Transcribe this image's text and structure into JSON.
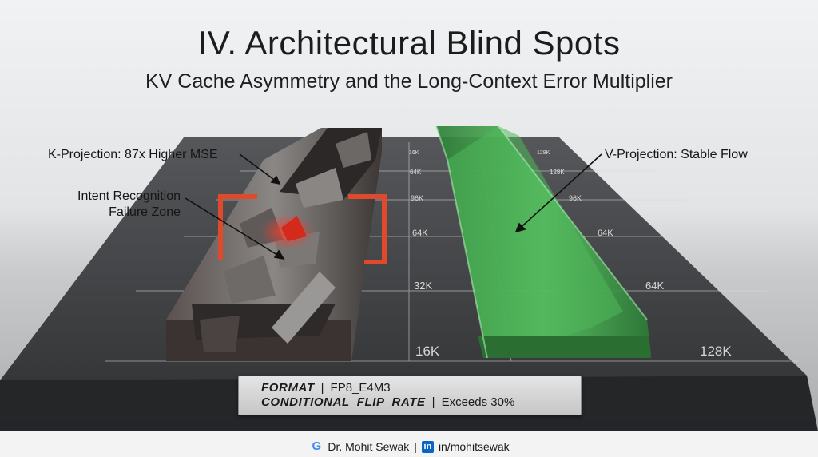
{
  "header": {
    "title": "IV. Architectural Blind Spots",
    "subtitle": "KV Cache Asymmetry and the Long-Context Error Multiplier"
  },
  "callouts": {
    "k_projection": "K-Projection: 87x Higher MSE",
    "intent_line1": "Intent Recognition",
    "intent_line2": "Failure Zone",
    "v_projection": "V-Projection: Stable Flow"
  },
  "grid_labels": {
    "left_column": [
      "16K",
      "32K",
      "64K",
      "96K",
      "64K",
      "16K"
    ],
    "right_near": [
      "64K",
      "64K",
      "96K",
      "128K",
      "128K"
    ],
    "bottom_right": "128K"
  },
  "plaque": {
    "format_key": "FORMAT",
    "format_value": "FP8_E4M3",
    "flip_key": "CONDITIONAL_FLIP_RATE",
    "flip_value": "Exceeds 30%",
    "separator": "|"
  },
  "footer": {
    "author": "Dr. Mohit Sewak",
    "separator": "|",
    "linkedin": "in/mohitsewak",
    "google_icon": "google-icon",
    "linkedin_icon": "linkedin-icon"
  },
  "colors": {
    "slate": "#3a3b3d",
    "accent_red": "#e04a2c",
    "v_channel_green": "#3aa64a",
    "rusted_metal": "#4b4441"
  }
}
